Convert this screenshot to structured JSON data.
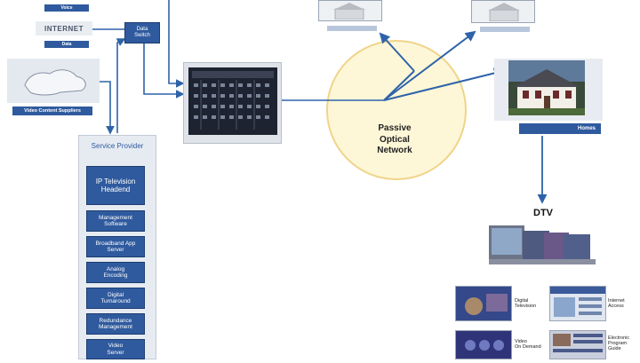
{
  "labels": {
    "internet": "INTERNET",
    "data_switch": "Data\nSwitch",
    "video_suppliers": "Video Content Suppliers",
    "service_provider": "Service Provider",
    "pon": "Passive\nOptical\nNetwork",
    "homes": "Homes",
    "dtv": "DTV",
    "voice_top": "Voice",
    "data_bottom": "Data"
  },
  "sp_items": [
    "IP Television\nHeadend",
    "Management\nSoftware",
    "Broadband App\nServer",
    "Analog\nEncoding",
    "Digital\nTurnaround",
    "Redundance\nManagement",
    "Video\nServer"
  ],
  "services": [
    "Digital\nTelevision",
    "Internet\nAccess",
    "Video\nOn Demand",
    "Electronic\nProgram\nGuide"
  ],
  "colors": {
    "blue": "#2f5a9e",
    "pon_fill": "#fdf7d8",
    "pon_stroke": "#f0d488",
    "arrow": "#2e63a8"
  }
}
